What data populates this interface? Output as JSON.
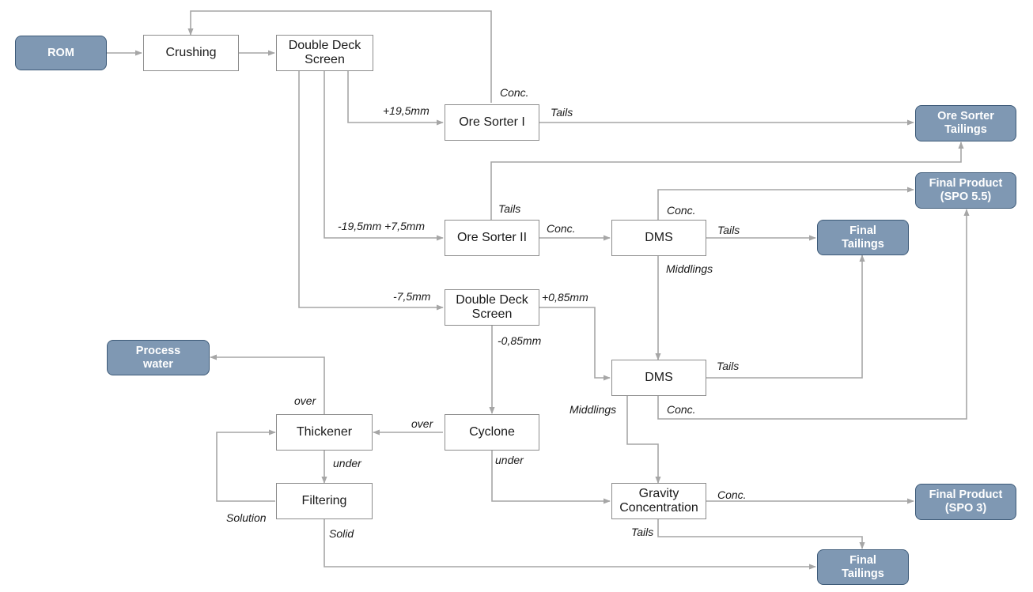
{
  "nodes": {
    "rom": "ROM",
    "crushing": "Crushing",
    "double_deck_screen_1": "Double Deck\nScreen",
    "ore_sorter_1": "Ore Sorter I",
    "ore_sorter_2": "Ore Sorter II",
    "dms_1": "DMS",
    "double_deck_screen_2": "Double Deck\nScreen",
    "dms_2": "DMS",
    "cyclone": "Cyclone",
    "thickener": "Thickener",
    "filtering": "Filtering",
    "gravity_concentration": "Gravity\nConcentration",
    "process_water": "Process\nwater",
    "ore_sorter_tailings": "Ore Sorter\nTailings",
    "final_product_spo55": "Final Product\n(SPO 5.5)",
    "final_tailings_1": "Final\nTailings",
    "final_product_spo3": "Final Product\n(SPO 3)",
    "final_tailings_2": "Final\nTailings"
  },
  "labels": {
    "size_plus_19_5": "+19,5mm",
    "size_19_5_7_5": "-19,5mm +7,5mm",
    "size_minus_7_5": "-7,5mm",
    "size_plus_0_85": "+0,85mm",
    "size_minus_0_85": "-0,85mm",
    "os1_conc": "Conc.",
    "os1_tails": "Tails",
    "os2_tails": "Tails",
    "os2_conc": "Conc.",
    "dms1_conc": "Conc.",
    "dms1_tails": "Tails",
    "dms1_middlings": "Middlings",
    "dms2_tails": "Tails",
    "dms2_middlings": "Middlings",
    "dms2_conc": "Conc.",
    "thickener_over": "over",
    "cyclone_over": "over",
    "thickener_under": "under",
    "cyclone_under": "under",
    "filtering_solution": "Solution",
    "filtering_solid": "Solid",
    "gravity_conc": "Conc.",
    "gravity_tails": "Tails"
  },
  "colors": {
    "terminal_fill": "#7f98b3",
    "terminal_border": "#3d5a78",
    "connector": "#a6a6a6"
  }
}
